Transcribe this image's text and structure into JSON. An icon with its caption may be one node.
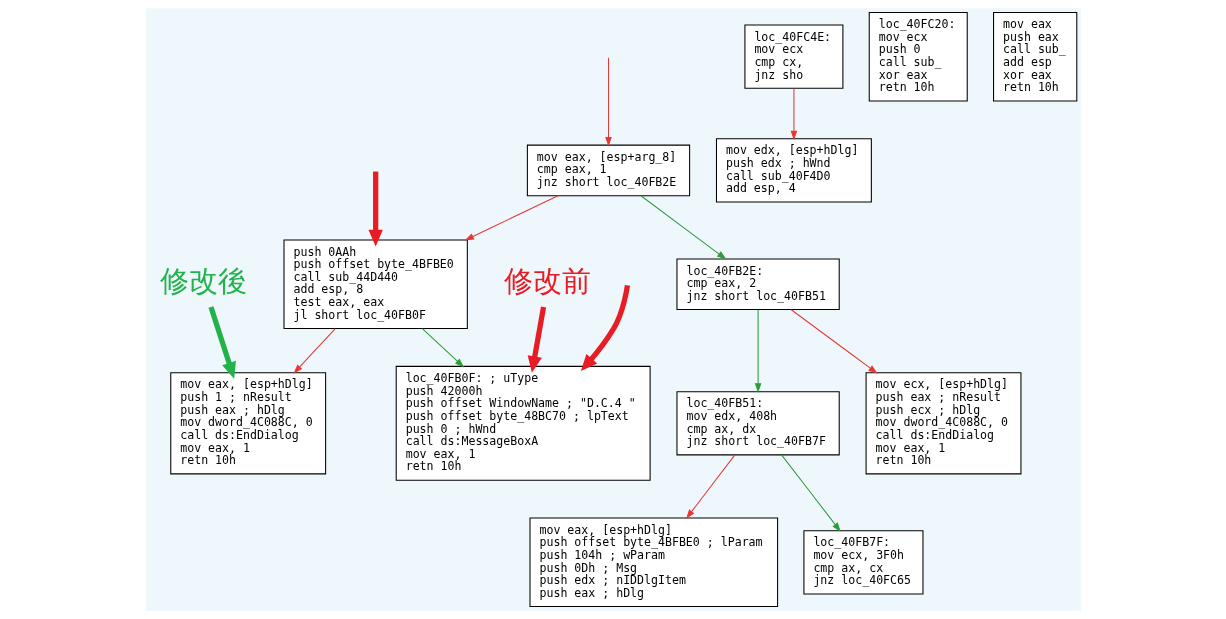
{
  "diagram": {
    "nodes": [
      {
        "text": [
          "mov eax, [esp+arg_8]",
          "cmp eax, 1",
          "jnz short loc_40FB2E"
        ]
      },
      {
        "text": [
          "push 0AAh",
          "push offset byte_4BFBE0",
          "call sub_44D440",
          "add esp, 8",
          "test eax, eax",
          "jl short loc_40FB0F"
        ]
      },
      {
        "text": [
          "loc_40FB2E:",
          "cmp eax, 2",
          "jnz short loc_40FB51"
        ]
      },
      {
        "text": [
          "mov eax, [esp+hDlg]",
          "push 1 ; nResult",
          "push eax ; hDlg",
          "mov dword_4C088C, 0",
          "call ds:EndDialog",
          "mov eax, 1",
          "retn 10h"
        ]
      },
      {
        "text": [
          "loc_40FB0F: ; uType",
          "push 42000h",
          "push offset WindowName ; \"D.C.4 \"",
          "push offset byte_48BC70 ; lpText",
          "push 0 ; hWnd",
          "call ds:MessageBoxA",
          "mov eax, 1",
          "retn 10h"
        ]
      },
      {
        "text": [
          "loc_40FB51:",
          "mov edx, 408h",
          "cmp ax, dx",
          "jnz short loc_40FB7F"
        ]
      },
      {
        "text": [
          "mov ecx, [esp+hDlg]",
          "push eax ; nResult",
          "push ecx ; hDlg",
          "mov dword_4C088C, 0",
          "call ds:EndDialog",
          "mov eax, 1",
          "retn 10h"
        ]
      },
      {
        "text": [
          "mov eax, [esp+hDlg]",
          "push offset byte_4BFBE0 ; lParam",
          "push 104h ; wParam",
          "push 0Dh ; Msg",
          "push edx ; nIDDlgItem",
          "push eax ; hDlg"
        ]
      },
      {
        "text": [
          "loc_40FB7F:",
          "mov ecx, 3F0h",
          "cmp ax, cx",
          "jnz loc_40FC65"
        ]
      },
      {
        "text": [
          "mov edx, [esp+hDlg]",
          "push edx ; hWnd",
          "call sub_40F4D0",
          "add esp, 4"
        ]
      },
      {
        "text": [
          "loc_40FC20:",
          "mov ecx",
          "push 0",
          "call sub_",
          "xor eax",
          "retn 10h"
        ]
      },
      {
        "text": [
          "mov eax",
          "push eax",
          "call sub_",
          "add esp",
          "xor eax",
          "retn 10h"
        ]
      },
      {
        "text": [
          "loc_40FC4E:",
          "mov ecx",
          "cmp cx,",
          "jnz sho"
        ]
      },
      {
        "text": [
          "修改後"
        ]
      },
      {
        "text": [
          "修改前"
        ]
      }
    ],
    "edges": [
      {
        "from": null,
        "to": 0,
        "arrow": "to",
        "color": "#e53935"
      },
      {
        "from": 0,
        "to": 1,
        "arrow": "to",
        "color": "#e53935"
      },
      {
        "from": 0,
        "to": 2,
        "arrow": "to",
        "color": "#2e9b3a"
      },
      {
        "from": 1,
        "to": 3,
        "arrow": "to",
        "color": "#e53935"
      },
      {
        "from": 1,
        "to": 4,
        "arrow": "to",
        "color": "#2e9b3a"
      },
      {
        "from": 2,
        "to": 5,
        "arrow": "to",
        "color": "#2e9b3a"
      },
      {
        "from": 2,
        "to": 6,
        "arrow": "to",
        "color": "#e53935"
      },
      {
        "from": 5,
        "to": 7,
        "arrow": "to",
        "color": "#e53935"
      },
      {
        "from": 5,
        "to": 8,
        "arrow": "to",
        "color": "#2e9b3a"
      },
      {
        "from": 12,
        "to": 9,
        "arrow": "to",
        "color": "#e53935"
      },
      {
        "from": null,
        "to": 1,
        "arrow": "to",
        "style": "thick",
        "color": "#e81c24"
      },
      {
        "from": 13,
        "to": 3,
        "arrow": "to",
        "style": "thick",
        "color": "#22b24c"
      },
      {
        "from": 14,
        "to": 4,
        "arrow": "to",
        "style": "thick",
        "color": "#e81c24"
      },
      {
        "from": null,
        "to": 4,
        "arrow": "to",
        "style": "thick",
        "color": "#e81c24"
      }
    ]
  }
}
